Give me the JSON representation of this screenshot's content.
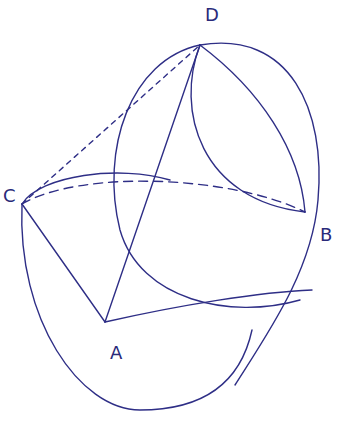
{
  "diagram": {
    "labels": [
      "D",
      "C",
      "B",
      "A"
    ]
  }
}
